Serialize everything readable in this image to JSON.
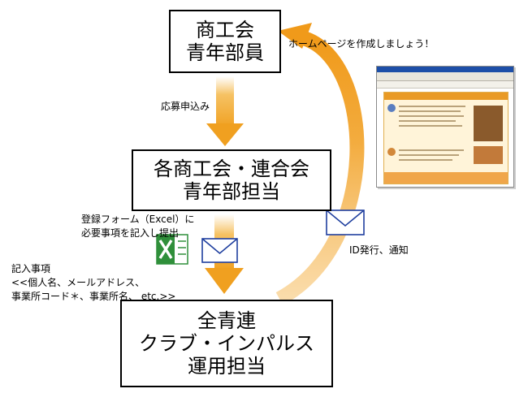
{
  "boxes": {
    "top": {
      "lines": [
        "商工会",
        "青年部員"
      ]
    },
    "middle": {
      "lines": [
        "各商工会・連合会",
        "青年部担当"
      ]
    },
    "bottom": {
      "lines": [
        "全青連",
        "クラブ・インパルス",
        "運用担当"
      ]
    }
  },
  "labels": {
    "apply": "応募申込み",
    "form": [
      "登録フォーム（Excel）に",
      "必要事項を記入し提出"
    ],
    "entry_items": [
      "記入事項",
      "<<個人名、メールアドレス、",
      "事業所コード＊、事業所名、 etc.>>"
    ],
    "id_notice": "ID発行、通知",
    "homepage": "ホームページを作成しましょう！"
  },
  "icons": {
    "excel": "excel-file-icon",
    "mail_form": "envelope-icon",
    "mail_id": "envelope-icon",
    "website": "website-screenshot"
  },
  "colors": {
    "arrow": "#f0a020",
    "arrow_light": "#f8c870",
    "curve": "#f3b04a",
    "excel_green": "#2f8f3a",
    "envelope": "#1f3f9f"
  }
}
